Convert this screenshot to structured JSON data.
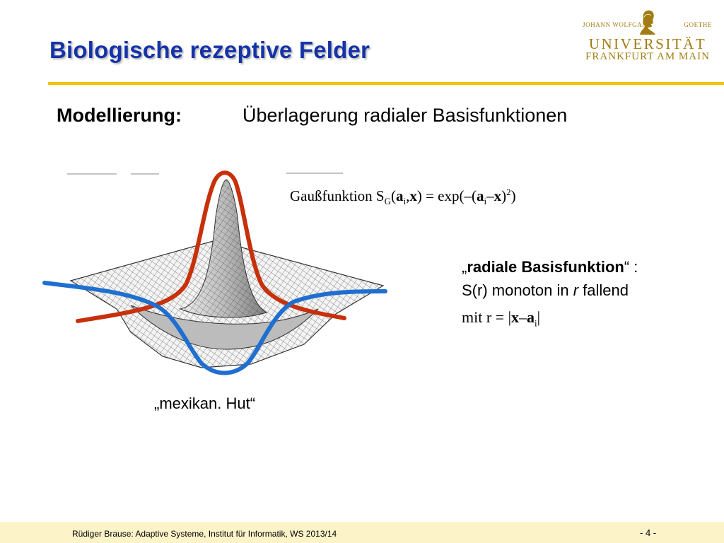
{
  "title": "Biologische rezeptive Felder",
  "logo": {
    "top_left": "JOHANN WOLFGANG",
    "top_right": "GOETHE",
    "name": "UNIVERSITÄT",
    "city": "FRANKFURT AM MAIN"
  },
  "heading": {
    "label": "Modellierung:",
    "text": "Überlagerung radialer Basisfunktionen"
  },
  "formula": {
    "prefix": "Gaußfunktion S",
    "sub_g": "G",
    "open": "(",
    "a": "a",
    "sub_i": "i",
    "comma": ",",
    "x": "x",
    "mid": ") = exp(–(",
    "a2": "a",
    "sub_i2": "i",
    "dash": "–",
    "x2": "x",
    "close": ")",
    "sup2": "2",
    "end": ")"
  },
  "definition": {
    "open_quote": "„",
    "term": "radiale Basisfunktion",
    "close_quote": "“ :",
    "line2_pre": "S(r) monoton in ",
    "line2_var": "r",
    "line2_post": " fallend"
  },
  "mit": {
    "pre": "mit r = |",
    "x": "x",
    "dash": "–",
    "a": "a",
    "sub_i": "i",
    "post": "|"
  },
  "caption": "„mexikan. Hut“",
  "footer": {
    "text": "Rüdiger Brause: Adaptive Systeme, Institut für Informatik, WS 2013/14",
    "page": "- 4 -"
  },
  "colors": {
    "title": "#1533a8",
    "accent": "#f0c400",
    "red_curve": "#c8300a",
    "blue_curve": "#1f6fd0",
    "footer_bg": "#fdf3c9",
    "logo": "#a27c12"
  }
}
